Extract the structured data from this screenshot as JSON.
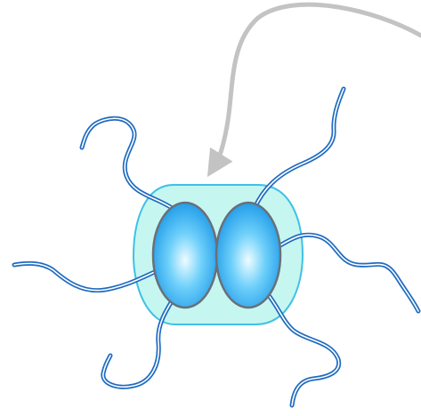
{
  "diagram": {
    "colors": {
      "background": "#ffffff",
      "arrow": "#c3c3c3",
      "capsule_fill": "#c6f6f0",
      "capsule_stroke": "#3fc1e6",
      "lobe_stroke": "#6a6f78",
      "lobe_center": "#eefcff",
      "lobe_mid": "#6fd0fa",
      "lobe_edge": "#1b99e8",
      "tail_outer": "#1f6bc0",
      "tail_inner": "#ffffff"
    },
    "elements": {
      "arrow": "curved-arrow-pointing-down",
      "capsule": "rounded-capsule-shell",
      "lobes": [
        "left-oval-lobe",
        "right-oval-lobe"
      ],
      "tails": [
        "upper-left-tail",
        "upper-right-tail",
        "left-tail",
        "right-tail",
        "lower-left-tail",
        "lower-right-tail"
      ]
    }
  }
}
